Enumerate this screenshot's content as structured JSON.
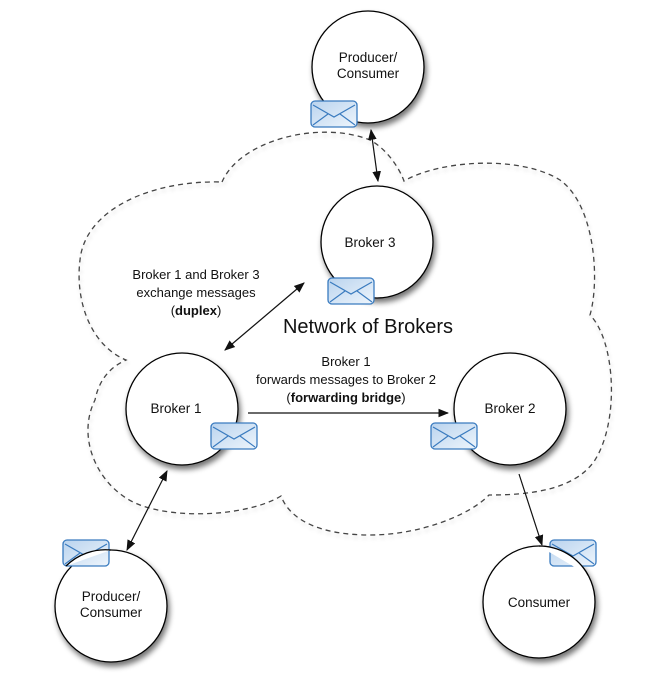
{
  "diagram": {
    "title": "Network of Brokers",
    "colors": {
      "envelope_fill": "#cfe2f3",
      "envelope_stroke": "#3a7bbf",
      "node_stroke": "#000000",
      "cloud_stroke": "#444444",
      "arrow": "#111111"
    },
    "nodes": [
      {
        "id": "producer-consumer-top",
        "label_lines": [
          "Producer/",
          "Consumer"
        ]
      },
      {
        "id": "broker-3",
        "label_lines": [
          "Broker 3"
        ]
      },
      {
        "id": "broker-1",
        "label_lines": [
          "Broker 1"
        ]
      },
      {
        "id": "broker-2",
        "label_lines": [
          "Broker 2"
        ]
      },
      {
        "id": "producer-consumer-bottom",
        "label_lines": [
          "Producer/",
          "Consumer"
        ]
      },
      {
        "id": "consumer",
        "label_lines": [
          "Consumer"
        ]
      }
    ],
    "notes": {
      "duplex": {
        "line1": "Broker 1 and Broker 3",
        "line2": "exchange messages",
        "paren_open": "(",
        "bold": "duplex",
        "paren_close": ")"
      },
      "forwarding": {
        "line1": "Broker 1",
        "line2": "forwards messages to Broker 2",
        "paren_open": "(",
        "bold": "forwarding bridge",
        "paren_close": ")"
      }
    },
    "edges": [
      {
        "from": "producer-consumer-top",
        "to": "broker-3",
        "type": "bidirectional"
      },
      {
        "from": "broker-1",
        "to": "broker-3",
        "type": "bidirectional",
        "label": "duplex"
      },
      {
        "from": "broker-1",
        "to": "broker-2",
        "type": "directed",
        "label": "forwarding bridge"
      },
      {
        "from": "broker-1",
        "to": "producer-consumer-bottom",
        "type": "bidirectional"
      },
      {
        "from": "broker-2",
        "to": "consumer",
        "type": "directed"
      }
    ]
  }
}
